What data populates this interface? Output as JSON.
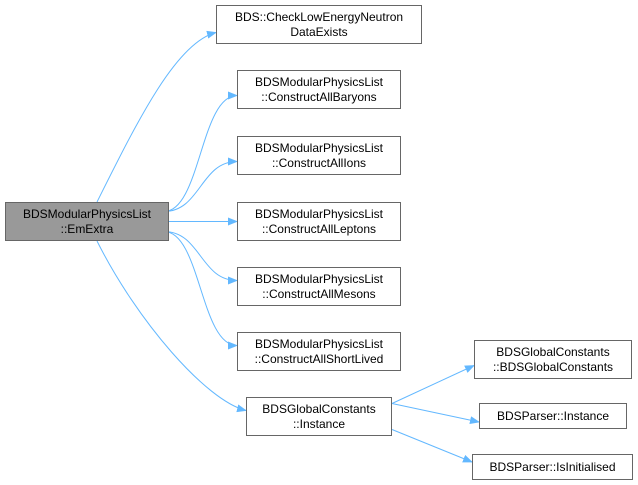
{
  "colors": {
    "edge": "#63b8ff",
    "node_border": "#666666",
    "focus_fill": "#999999",
    "node_fill": "#ffffff"
  },
  "nodes": {
    "root": {
      "line1": "BDSModularPhysicsList",
      "line2": "::EmExtra"
    },
    "check_neutron": {
      "line1": "BDS::CheckLowEnergyNeutron",
      "line2": "DataExists"
    },
    "baryons": {
      "line1": "BDSModularPhysicsList",
      "line2": "::ConstructAllBaryons"
    },
    "ions": {
      "line1": "BDSModularPhysicsList",
      "line2": "::ConstructAllIons"
    },
    "leptons": {
      "line1": "BDSModularPhysicsList",
      "line2": "::ConstructAllLeptons"
    },
    "mesons": {
      "line1": "BDSModularPhysicsList",
      "line2": "::ConstructAllMesons"
    },
    "shortlived": {
      "line1": "BDSModularPhysicsList",
      "line2": "::ConstructAllShortLived"
    },
    "gc_instance": {
      "line1": "BDSGlobalConstants",
      "line2": "::Instance"
    },
    "gc_ctor": {
      "line1": "BDSGlobalConstants",
      "line2": "::BDSGlobalConstants"
    },
    "parser_instance": {
      "line1": "BDSParser::Instance"
    },
    "parser_isinit": {
      "line1": "BDSParser::IsInitialised"
    }
  },
  "edges": [
    {
      "from": "root",
      "to": "check_neutron"
    },
    {
      "from": "root",
      "to": "baryons"
    },
    {
      "from": "root",
      "to": "ions"
    },
    {
      "from": "root",
      "to": "leptons"
    },
    {
      "from": "root",
      "to": "mesons"
    },
    {
      "from": "root",
      "to": "shortlived"
    },
    {
      "from": "root",
      "to": "gc_instance"
    },
    {
      "from": "gc_instance",
      "to": "gc_ctor"
    },
    {
      "from": "gc_instance",
      "to": "parser_instance"
    },
    {
      "from": "gc_instance",
      "to": "parser_isinit"
    }
  ]
}
